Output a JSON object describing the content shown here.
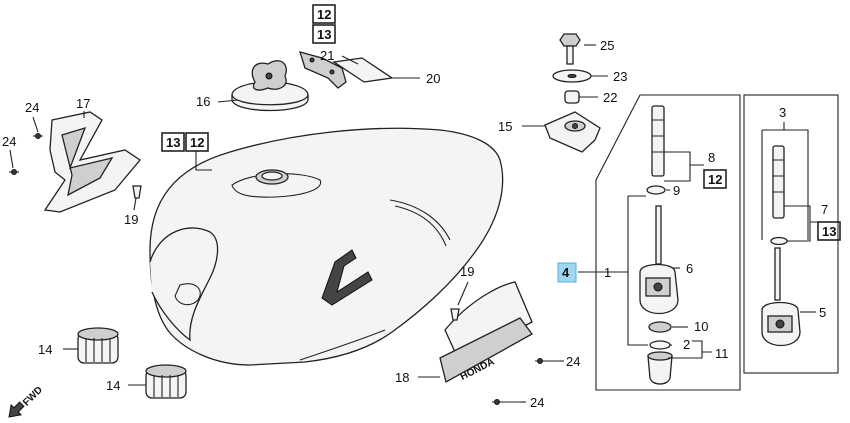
{
  "callouts": {
    "c1": "1",
    "c2": "2",
    "c3": "3",
    "c4": "4",
    "c5": "5",
    "c6": "6",
    "c7": "7",
    "c8": "8",
    "c9": "9",
    "c10": "10",
    "c11": "11",
    "c12": "12",
    "c13": "13",
    "c14a": "14",
    "c14b": "14",
    "c15": "15",
    "c16": "16",
    "c17": "17",
    "c18": "18",
    "c19a": "19",
    "c19b": "19",
    "c20": "20",
    "c21": "21",
    "c22": "22",
    "c23": "23",
    "c24a": "24",
    "c24b": "24",
    "c24c": "24",
    "c24d": "24",
    "c25": "25"
  },
  "boxed": {
    "top12": "12",
    "top13": "13",
    "tank13": "13",
    "tank12": "12",
    "petcock12": "12",
    "right13": "13"
  },
  "highlight": {
    "label": "4",
    "color": "#9fd6f0"
  },
  "emblem_text": "HONDA",
  "fwd_label": "FWD"
}
